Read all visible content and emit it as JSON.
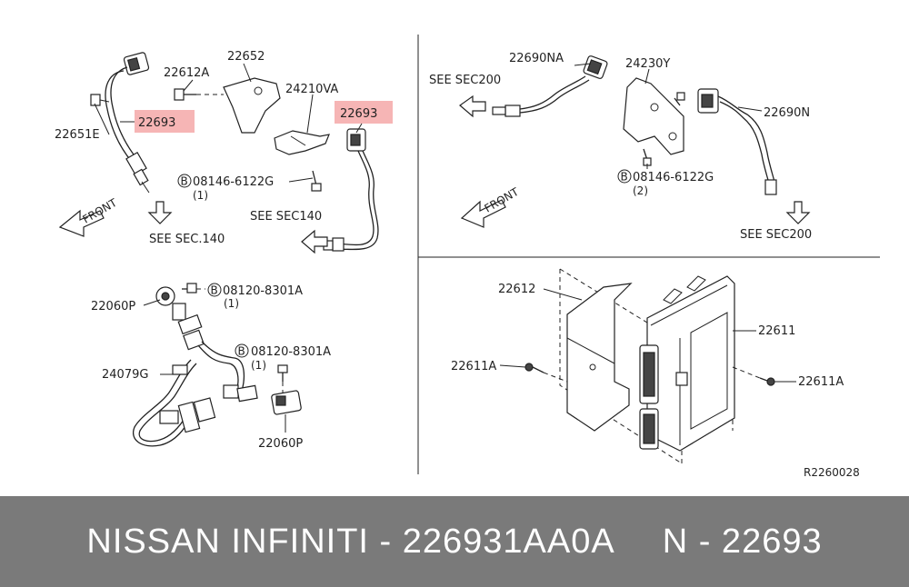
{
  "callouts": {
    "c22612A": "22612A",
    "c22652": "22652",
    "c24210VA": "24210VA",
    "c22693a": "22693",
    "c22693b": "22693",
    "c22651E": "22651E",
    "c08146a": "08146-6122G",
    "c08146a_qty": "(1)",
    "see_sec140a": "SEE SEC140",
    "see_sec140b": "SEE SEC.140",
    "front_a": "FRONT",
    "c22690NA": "22690NA",
    "c24230Y": "24230Y",
    "see_sec200a": "SEE SEC200",
    "c22690N": "22690N",
    "c08146b": "08146-6122G",
    "c08146b_qty": "(2)",
    "front_b": "FRONT",
    "see_sec200b": "SEE SEC200",
    "c22060P_a": "22060P",
    "c08120a": "08120-8301A",
    "c08120a_qty": "(1)",
    "c08120b": "08120-8301A",
    "c08120b_qty": "(1)",
    "c24079G": "24079G",
    "c22060P_b": "22060P",
    "c22612": "22612",
    "c22611": "22611",
    "c22611A_a": "22611A",
    "c22611A_b": "22611A",
    "bolt_marker": "B",
    "figure_id": "R2260028"
  },
  "highlight_color": "#f4a8a8",
  "footer": {
    "brand": "NISSAN  INFINITI - 226931AA0A",
    "part_no": "N - 22693"
  },
  "footer_bg": "#7a7a7a"
}
